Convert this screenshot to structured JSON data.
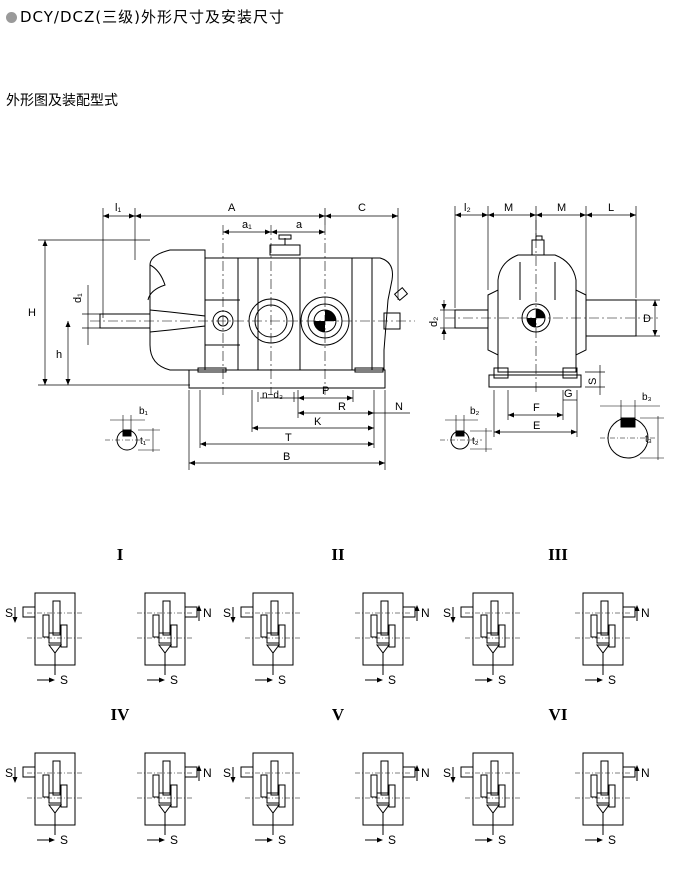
{
  "header": {
    "title": "DCY/DCZ(三级)外形尺寸及安装尺寸",
    "subtitle": "外形图及装配型式"
  },
  "front_view": {
    "dims": {
      "l1": "l₁",
      "A": "A",
      "C": "C",
      "a1": "a₁",
      "a": "a",
      "H": "H",
      "h": "h",
      "d1": "d₁",
      "n_d3": "n−d₃",
      "P": "P",
      "R": "R",
      "N": "N",
      "K": "K",
      "T": "T",
      "B": "B",
      "b1": "b₁",
      "t1": "t₁"
    }
  },
  "side_view": {
    "dims": {
      "l2": "l₂",
      "M1": "M",
      "M2": "M",
      "L": "L",
      "d2": "d₂",
      "D": "D",
      "S": "S",
      "G": "G",
      "F": "F",
      "E": "E",
      "b2": "b₂",
      "t2": "t₂",
      "b3": "b₃",
      "t3": "t₃"
    }
  },
  "assembly_types": [
    {
      "roman": "I",
      "labels": [
        "S",
        "N",
        "S",
        "S"
      ]
    },
    {
      "roman": "II",
      "labels": [
        "S",
        "N",
        "S",
        "S"
      ]
    },
    {
      "roman": "III",
      "labels": [
        "S",
        "N",
        "S",
        "S"
      ]
    },
    {
      "roman": "IV",
      "labels": [
        "S",
        "N",
        "S",
        "S"
      ]
    },
    {
      "roman": "V",
      "labels": [
        "S",
        "N",
        "S",
        "S"
      ]
    },
    {
      "roman": "VI",
      "labels": [
        "S",
        "N",
        "S",
        "S"
      ]
    }
  ]
}
